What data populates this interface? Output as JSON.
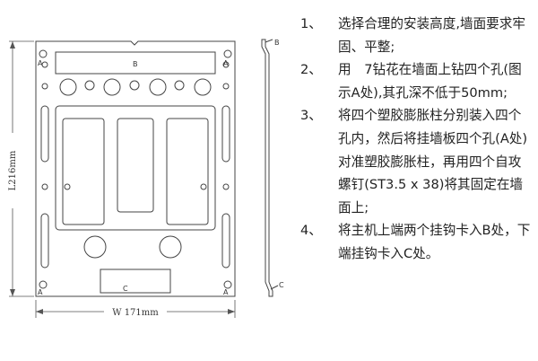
{
  "figure": {
    "dim_height": "L216mm",
    "dim_width": "W 171mm",
    "label_a": "A",
    "label_b": "B",
    "label_c": "C"
  },
  "steps": [
    {
      "num": "1、",
      "text": "选择合理的安装高度,墙面要求牢固、平整;"
    },
    {
      "num": "2、",
      "text": "用　7钻花在墙面上钻四个孔(图示A处),其孔深不低于50mm;"
    },
    {
      "num": "3、",
      "text": "将四个塑胶膨胀柱分别装入四个孔内，然后将挂墙板四个孔(A处) 对准塑胶膨胀柱，再用四个自攻螺钉(ST3.5 x 38)将其固定在墙面上;"
    },
    {
      "num": "4、",
      "text": "将主机上端两个挂钩卡入B处，下端挂钩卡入C处。"
    }
  ]
}
